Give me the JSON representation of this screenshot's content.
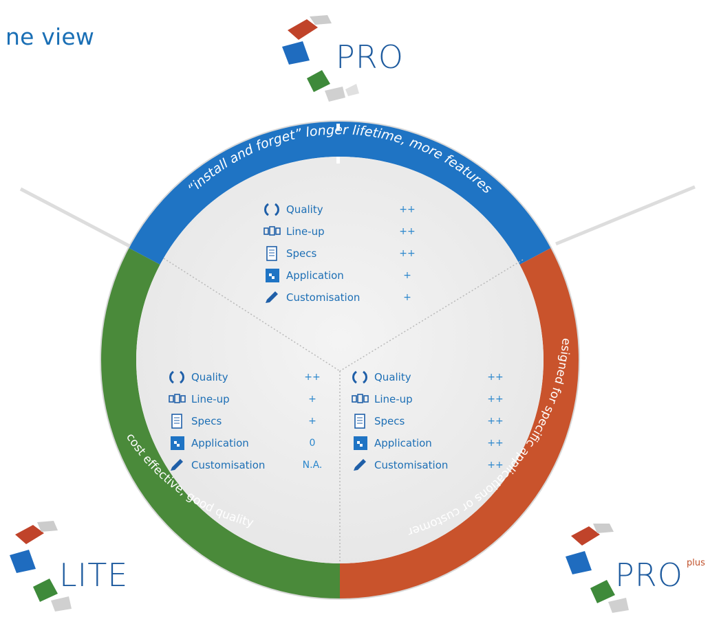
{
  "title": "ne view",
  "logos": {
    "pro": {
      "text": "PRO",
      "sup": ""
    },
    "lite": {
      "text": "LITE",
      "sup": ""
    },
    "proplus": {
      "text": "PRO",
      "sup": "plus"
    }
  },
  "ring": {
    "colors": {
      "pro": "#1f74c4",
      "lite": "#4a8a3a",
      "proplus": "#c9532c",
      "inner": "#ececec"
    },
    "arc_texts": {
      "pro": "“install and forget” longer lifetime, more features",
      "lite": "cost effective, good quality",
      "proplus": "designed for specific applications or customers"
    }
  },
  "criteria_icons": [
    "laurel-icon",
    "lineup-icon",
    "specs-icon",
    "application-icon",
    "customisation-icon"
  ],
  "panels": {
    "pro": {
      "rows": [
        {
          "label": "Quality",
          "value": "++"
        },
        {
          "label": "Line-up",
          "value": "++"
        },
        {
          "label": "Specs",
          "value": "++"
        },
        {
          "label": "Application",
          "value": "+"
        },
        {
          "label": "Customisation",
          "value": "+"
        }
      ]
    },
    "lite": {
      "rows": [
        {
          "label": "Quality",
          "value": "++"
        },
        {
          "label": "Line-up",
          "value": "+"
        },
        {
          "label": "Specs",
          "value": "+"
        },
        {
          "label": "Application",
          "value": "0"
        },
        {
          "label": "Customisation",
          "value": "N.A."
        }
      ]
    },
    "proplus": {
      "rows": [
        {
          "label": "Quality",
          "value": "++"
        },
        {
          "label": "Line-up",
          "value": "++"
        },
        {
          "label": "Specs",
          "value": "++"
        },
        {
          "label": "Application",
          "value": "++"
        },
        {
          "label": "Customisation",
          "value": "++"
        }
      ]
    }
  }
}
